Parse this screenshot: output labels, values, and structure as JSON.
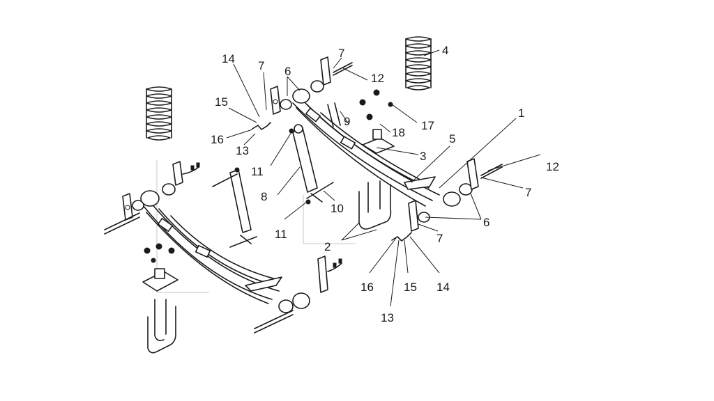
{
  "callouts": [
    {
      "id": "c1",
      "text": "1"
    },
    {
      "id": "c2",
      "text": "2"
    },
    {
      "id": "c3",
      "text": "3"
    },
    {
      "id": "c4",
      "text": "4"
    },
    {
      "id": "c5",
      "text": "5"
    },
    {
      "id": "c6a",
      "text": "6"
    },
    {
      "id": "c6b",
      "text": "6"
    },
    {
      "id": "c7a",
      "text": "7"
    },
    {
      "id": "c7b",
      "text": "7"
    },
    {
      "id": "c7c",
      "text": "7"
    },
    {
      "id": "c7d",
      "text": "7"
    },
    {
      "id": "c8",
      "text": "8"
    },
    {
      "id": "c9",
      "text": "9"
    },
    {
      "id": "c10",
      "text": "10"
    },
    {
      "id": "c11a",
      "text": "11"
    },
    {
      "id": "c11b",
      "text": "11"
    },
    {
      "id": "c12a",
      "text": "12"
    },
    {
      "id": "c12b",
      "text": "12"
    },
    {
      "id": "c13a",
      "text": "13"
    },
    {
      "id": "c13b",
      "text": "13"
    },
    {
      "id": "c14a",
      "text": "14"
    },
    {
      "id": "c14b",
      "text": "14"
    },
    {
      "id": "c15a",
      "text": "15"
    },
    {
      "id": "c15b",
      "text": "15"
    },
    {
      "id": "c16a",
      "text": "16"
    },
    {
      "id": "c16b",
      "text": "16"
    },
    {
      "id": "c17",
      "text": "17"
    },
    {
      "id": "c18",
      "text": "18"
    }
  ]
}
